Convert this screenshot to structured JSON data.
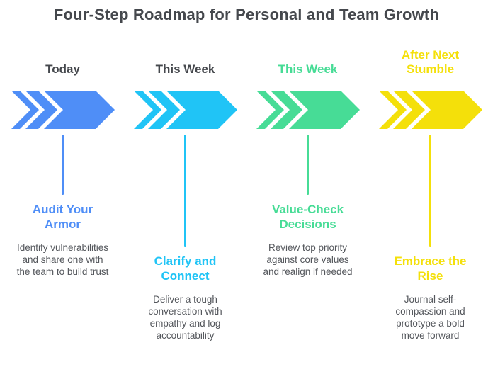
{
  "title": "Four-Step Roadmap for Personal and Team Growth",
  "colors": {
    "title_text": "#45484D",
    "description_text": "#54575C",
    "step1": "#4F8EF7",
    "step2": "#20C4F6",
    "step3": "#47DC96",
    "step4": "#F4E00A"
  },
  "steps": [
    {
      "when": "Today",
      "when_color": "#45484D",
      "color": "#4F8EF7",
      "heading": "Audit Your Armor",
      "description": "Identify vulnerabilities and share one with the team to build trust",
      "icon": "triple-chevron-arrow"
    },
    {
      "when": "This Week",
      "when_color": "#45484D",
      "color": "#20C4F6",
      "heading": "Clarify and Connect",
      "description": "Deliver a tough conversation with empathy and log accountability",
      "icon": "triple-chevron-arrow"
    },
    {
      "when": "This Week",
      "when_color": "#47DC96",
      "color": "#47DC96",
      "heading": "Value-Check Decisions",
      "description": "Review top priority against core values and realign if needed",
      "icon": "triple-chevron-arrow"
    },
    {
      "when": "After Next Stumble",
      "when_color": "#F4E00A",
      "color": "#F4E00A",
      "heading": "Embrace the Rise",
      "description": "Journal self-compassion and prototype a bold move forward",
      "icon": "triple-chevron-arrow"
    }
  ]
}
